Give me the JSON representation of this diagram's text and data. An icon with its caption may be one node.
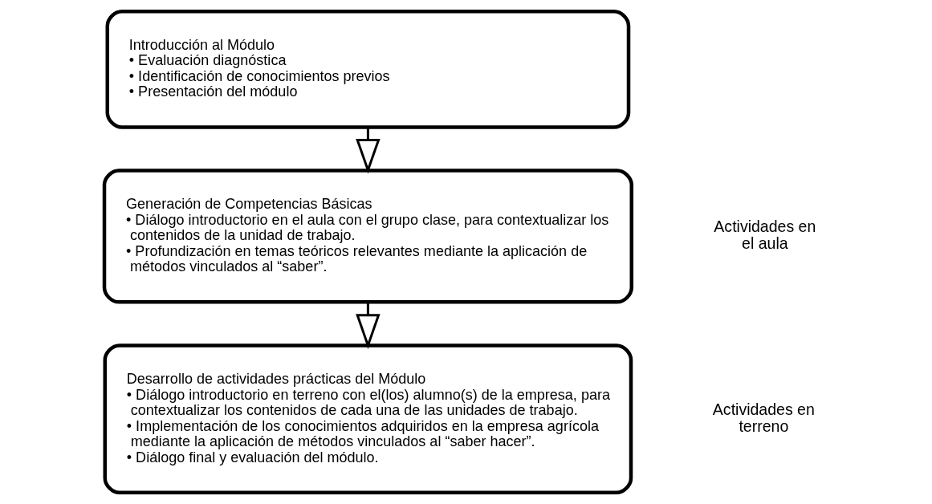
{
  "diagram": {
    "nodes": [
      {
        "text": [
          "Introducción al Módulo",
          "• Evaluación diagnóstica",
          "• Identificación de conocimientos previos",
          "• Presentación del módulo"
        ]
      },
      {
        "text": [
          "Generación de Competencias Básicas",
          "• Diálogo introductorio en el aula con el grupo clase, para contextualizar los contenidos de la unidad de trabajo.",
          "• Profundización en temas teóricos relevantes mediante la aplicación de métodos vinculados al “saber”."
        ]
      },
      {
        "text": [
          "Desarrollo de actividades prácticas del Módulo",
          "• Diálogo introductorio en terreno con el(los) alumno(s) de la empresa, para contextualizar los contenidos de cada una de las unidades de trabajo.",
          "• Implementación de los conocimientos adquiridos en la empresa agrícola mediante la aplicación de métodos vinculados al “saber hacer”.",
          "• Diálogo final y evaluación del módulo."
        ]
      }
    ],
    "edges": [
      {
        "from": 0,
        "to": 1,
        "arrow": "to"
      },
      {
        "from": 1,
        "to": 2,
        "arrow": "to"
      }
    ],
    "labels": [
      "Actividades en el aula",
      "Actividades en terreno"
    ]
  }
}
